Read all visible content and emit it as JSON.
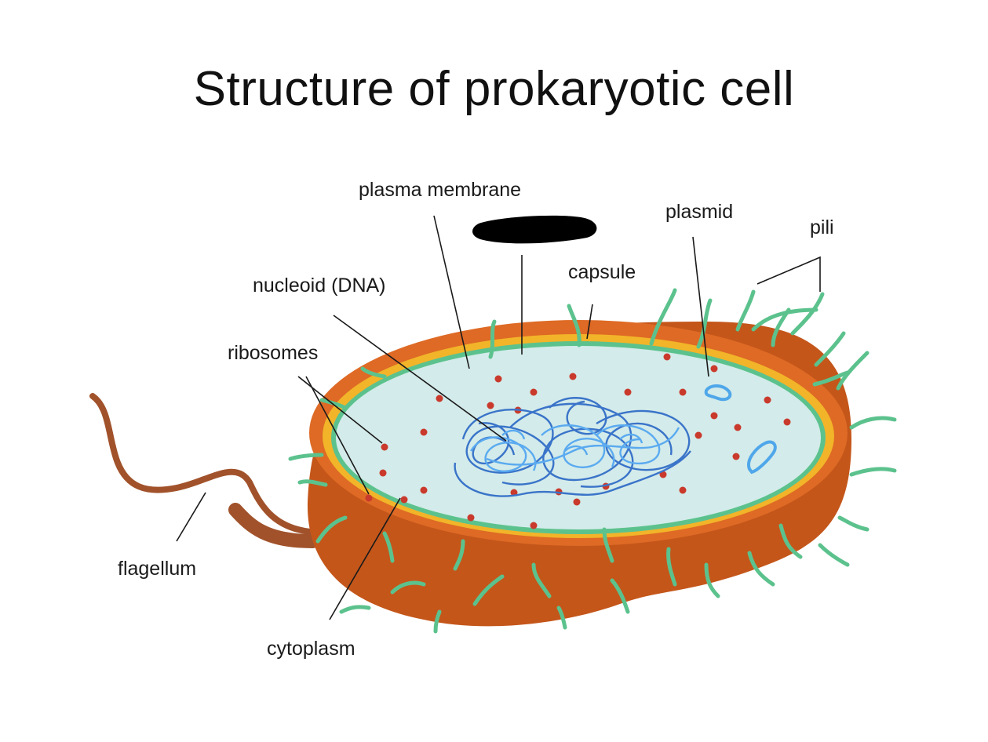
{
  "title": "Structure of prokaryotic cell",
  "labels": {
    "plasma_membrane": "plasma membrane",
    "plasmid": "plasmid",
    "pili": "pili",
    "capsule": "capsule",
    "nucleoid": "nucleoid (DNA)",
    "ribosomes": "ribosomes",
    "flagellum": "flagellum",
    "cytoplasm": "cytoplasm"
  },
  "colors": {
    "capsule_outer": "#de6a25",
    "capsule_dark": "#c4561a",
    "cell_wall": "#f2b429",
    "membrane": "#5cc28d",
    "cytoplasm": "#d3ebea",
    "ribosome": "#c93a2c",
    "dna_dark": "#3a74c9",
    "dna_light": "#5aaaf0",
    "flagellum": "#a1522b"
  }
}
